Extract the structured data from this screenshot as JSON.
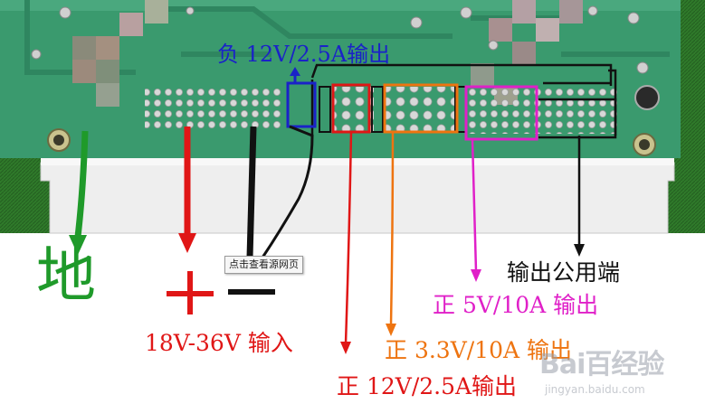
{
  "labels": {
    "ground": "地",
    "plus": "+",
    "minus": "—",
    "neg_12v": "负 12V/2.5A输出",
    "input_range": "18V-36V 输入",
    "common_out": "输出公用端",
    "pos_5v": "正 5V/10A 输出",
    "pos_3v3": "正 3.3V/10A 输出",
    "pos_12v": "正 12V/2.5A输出"
  },
  "tooltip": {
    "text": "点击查看源网页"
  },
  "watermark": {
    "brand": "Bai百经验",
    "site": "jingyan.baidu.com"
  },
  "colors": {
    "pcb_green": "#3a9a6e",
    "ground_green": "#1f9a2a",
    "red": "#e01616",
    "black": "#111111",
    "blue": "#1a22c8",
    "orange": "#ee7410",
    "magenta": "#e020c8",
    "connector_white": "#eeeeee"
  }
}
